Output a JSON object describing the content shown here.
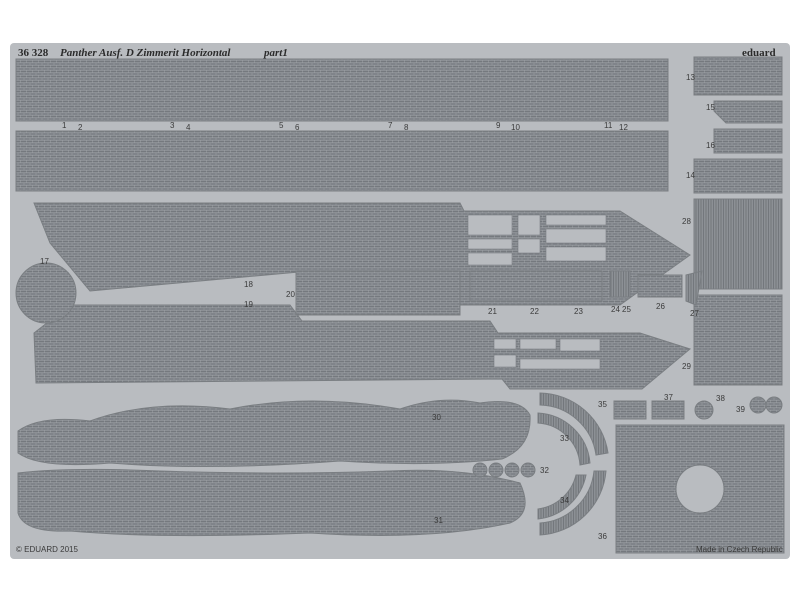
{
  "sheet": {
    "code": "36 328",
    "title": "Panther Ausf. D Zimmerit Horizontal",
    "part": "part1",
    "brand": "eduard",
    "copyright": "© EDUARD 2015",
    "origin": "Made in Czech Republic"
  },
  "part_numbers": {
    "row_1_2": [
      "1",
      "2",
      "3",
      "4",
      "5",
      "6",
      "7",
      "8",
      "9",
      "10",
      "11",
      "12"
    ],
    "right_column": [
      "13",
      "15",
      "16",
      "14"
    ],
    "side": [
      "17",
      "18",
      "19",
      "20",
      "21",
      "22",
      "23",
      "24",
      "25",
      "26",
      "27",
      "28",
      "29"
    ],
    "lower": [
      "30",
      "31",
      "32",
      "33",
      "34",
      "35",
      "36",
      "37",
      "38",
      "39"
    ]
  },
  "colors": {
    "fret": "#b9bcc0",
    "part": "#8d9196",
    "part_texture": "#6e7277",
    "frame_edge": "#a4a7ab"
  }
}
